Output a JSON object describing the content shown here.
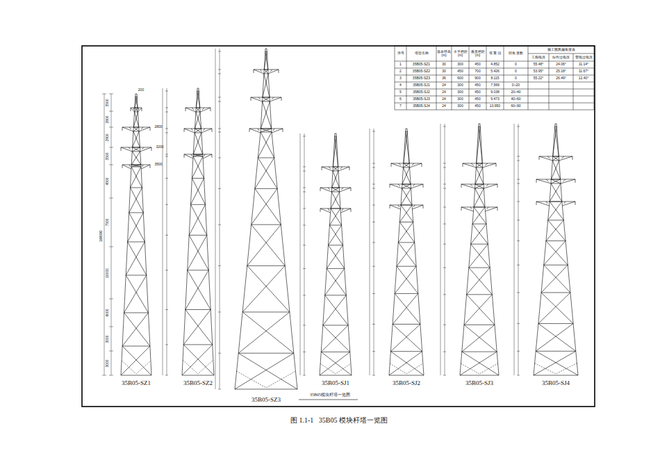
{
  "diagram": {
    "caption": "图 1.1-1   35B05 模块杆塔一览图",
    "labels": [
      "35B05-SZ1",
      "35B05-SZ2",
      "35B05-SZ3",
      "35B05-SJ1",
      "35B05-SJ2",
      "35B05-SJ3",
      "35B05-SJ4",
      "35B05模块杆塔一览图",
      "序号",
      "塔型名称",
      "基本呼高 (m)",
      "水平档距 (m)",
      "垂直档距 (m)",
      "塔 重 (t)",
      "转角 度数",
      "施工图风偏角度表",
      "工频电压",
      "操作过电压",
      "雷电过电压",
      "1",
      "35B05-SZ1",
      "30",
      "300",
      "450",
      "4.852",
      "0",
      "55.48°",
      "24.06°",
      "11.14°",
      "2",
      "35B05-SZ2",
      "30",
      "450",
      "700",
      "5.426",
      "0",
      "53.95°",
      "25.18°",
      "11.67°",
      "3",
      "35B05-SZ3",
      "36",
      "600",
      "900",
      "8.115",
      "0",
      "55.22°",
      "26.49°",
      "12.40°",
      "4",
      "35B05-SJ1",
      "24",
      "300",
      "450",
      "7.569",
      "0~20",
      "5",
      "35B05-SJ2",
      "24",
      "300",
      "450",
      "9.038",
      "20~40",
      "6",
      "35B05-SJ3",
      "24",
      "300",
      "450",
      "9.473",
      "40~60",
      "7",
      "35B05-SJ4",
      "24",
      "300",
      "450",
      "10.950",
      "60~90",
      "3500",
      "2600",
      "2900",
      "3500",
      "4500",
      "7500",
      "10000",
      "6000",
      "3000",
      "3000",
      "39800",
      "200",
      "2800",
      "3200",
      "3500"
    ]
  }
}
